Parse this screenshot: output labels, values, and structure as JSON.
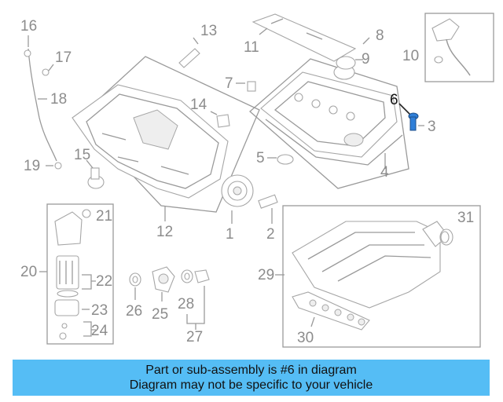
{
  "diagram": {
    "callouts": [
      {
        "id": "1",
        "text": "1"
      },
      {
        "id": "2",
        "text": "2"
      },
      {
        "id": "3",
        "text": "3"
      },
      {
        "id": "4",
        "text": "4"
      },
      {
        "id": "5",
        "text": "5"
      },
      {
        "id": "6",
        "text": "6"
      },
      {
        "id": "7",
        "text": "7"
      },
      {
        "id": "8",
        "text": "8"
      },
      {
        "id": "9",
        "text": "9"
      },
      {
        "id": "10",
        "text": "10"
      },
      {
        "id": "11",
        "text": "11"
      },
      {
        "id": "12",
        "text": "12"
      },
      {
        "id": "13",
        "text": "13"
      },
      {
        "id": "14",
        "text": "14"
      },
      {
        "id": "15",
        "text": "15"
      },
      {
        "id": "16",
        "text": "16"
      },
      {
        "id": "17",
        "text": "17"
      },
      {
        "id": "18",
        "text": "18"
      },
      {
        "id": "19",
        "text": "19"
      },
      {
        "id": "20",
        "text": "20"
      },
      {
        "id": "21",
        "text": "21"
      },
      {
        "id": "22",
        "text": "22"
      },
      {
        "id": "23",
        "text": "23"
      },
      {
        "id": "24",
        "text": "24"
      },
      {
        "id": "25",
        "text": "25"
      },
      {
        "id": "26",
        "text": "26"
      },
      {
        "id": "27",
        "text": "27"
      },
      {
        "id": "28",
        "text": "28"
      },
      {
        "id": "29",
        "text": "29"
      },
      {
        "id": "30",
        "text": "30"
      },
      {
        "id": "31",
        "text": "31"
      }
    ],
    "highlighted_part": "6",
    "highlight_color": "#2f7fd8",
    "part_color": "#a6a6a6"
  },
  "footer": {
    "line1": "Part or sub-assembly is #6 in diagram",
    "line2": "Diagram may not be specific to your vehicle",
    "background": "#55bdf5"
  }
}
